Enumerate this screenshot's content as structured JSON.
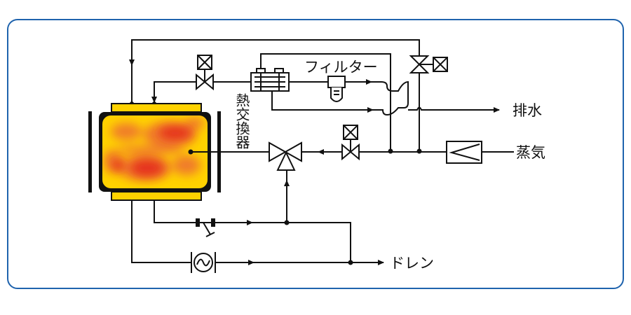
{
  "labels": {
    "filter": "フィルター",
    "heat_exchanger": "熱交換器",
    "drain_out": "排水",
    "steam": "蒸気",
    "drain_bottom": "ドレン"
  },
  "colors": {
    "frame": "#1f63ad",
    "line": "#111111",
    "vessel_fill": "#ffd200",
    "hot_spot": "#e5321e",
    "warm_spot": "#f07b2a"
  },
  "icons": {
    "valve": "gate-valve-icon",
    "actuator": "solenoid-actuator-icon",
    "three_way": "three-way-valve-icon",
    "strainer": "strainer-icon",
    "trap": "steam-trap-icon",
    "reducer": "pressure-reducer-icon"
  }
}
